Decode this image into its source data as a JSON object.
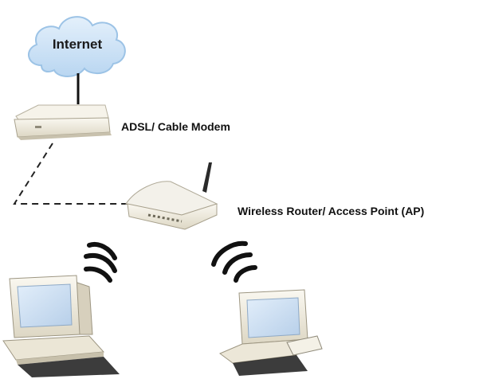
{
  "nodes": {
    "internet": {
      "label": "Internet"
    },
    "modem": {
      "label": "ADSL/ Cable Modem"
    },
    "router": {
      "label": "Wireless Router/ Access Point (AP)"
    }
  },
  "colors": {
    "cloud_fill": "#cfe4f7",
    "cloud_stroke": "#9cc3e6",
    "screen": "#cfe0f5",
    "device_body": "#f1ede1",
    "device_shade": "#cfc9b6",
    "line": "#111111"
  }
}
